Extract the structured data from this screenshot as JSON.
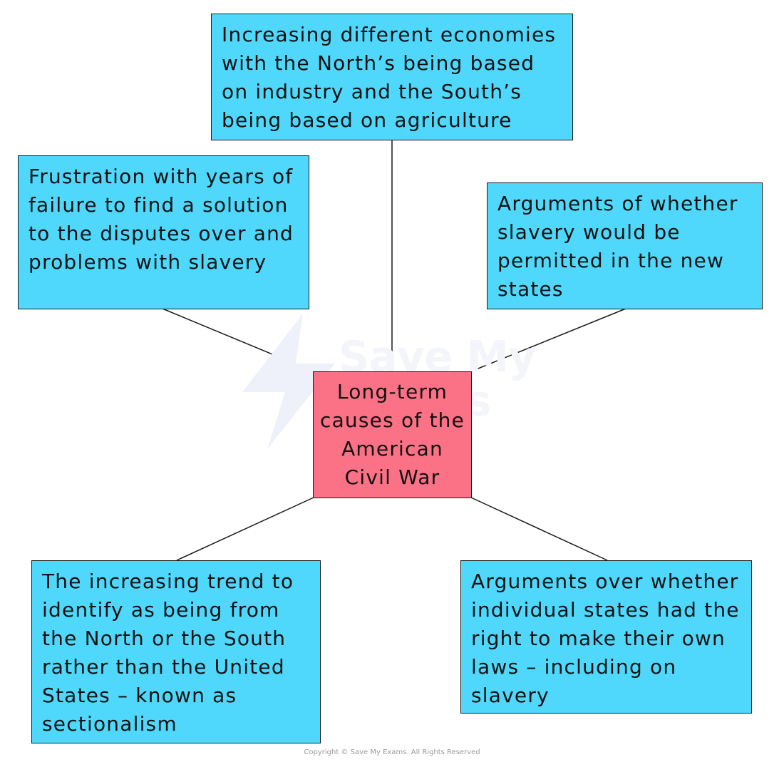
{
  "center": {
    "label": "Long-term causes of the American Civil War"
  },
  "causes": {
    "top": "Increasing different economies with the North’s being based on industry and the South’s being based on agriculture",
    "upper_left": "Frustration with years of failure to find a solution to the disputes over and problems with slavery",
    "upper_right": "Arguments of whether slavery would be permitted in the new states",
    "lower_left": "The increasing trend to identify as being from the North or the South rather than the United States – known as sectionalism",
    "lower_right": "Arguments over whether individual states had the right to make their own laws – including on slavery"
  },
  "watermark": {
    "line1": "Save My",
    "line2": "Exams"
  },
  "footer": {
    "copyright": "Copyright © Save My Exams. All Rights Reserved"
  },
  "colors": {
    "cause_box": "#4fd8fb",
    "center_box": "#fb7185",
    "border": "#1a1a1a"
  }
}
